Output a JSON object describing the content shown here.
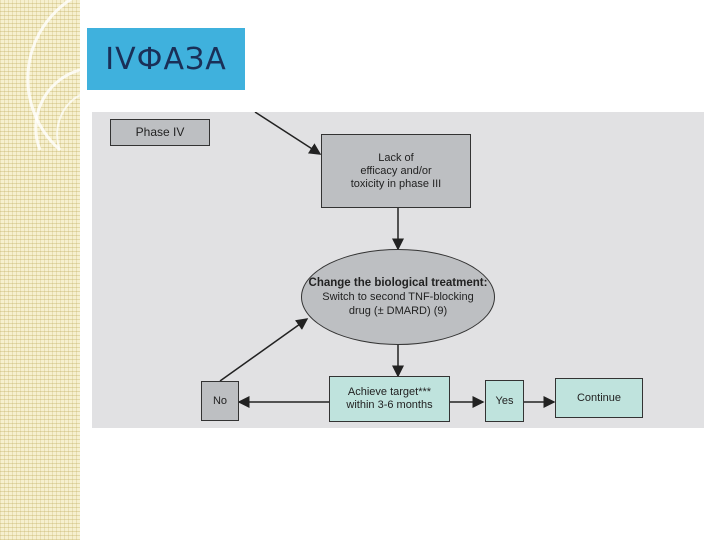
{
  "slide": {
    "title": "IVФАЗА"
  },
  "diagram": {
    "phase_label": "Phase IV",
    "lack_box": "Lack of\nefficacy and/or\ntoxicity in phase III",
    "oval_heading": "Change the biological treatment:",
    "oval_body": "Switch to second TNF-blocking\ndrug (± DMARD) (9)",
    "no_box": "No",
    "achieve_box": "Achieve target***\nwithin 3-6 months",
    "yes_box": "Yes",
    "continue_box": "Continue"
  },
  "colors": {
    "title_bg": "#3fb1dd",
    "title_text": "#1a2f57",
    "diagram_bg": "#e1e1e3",
    "gray_box": "#bdbfc2",
    "teal_box": "#bfe3dd"
  }
}
